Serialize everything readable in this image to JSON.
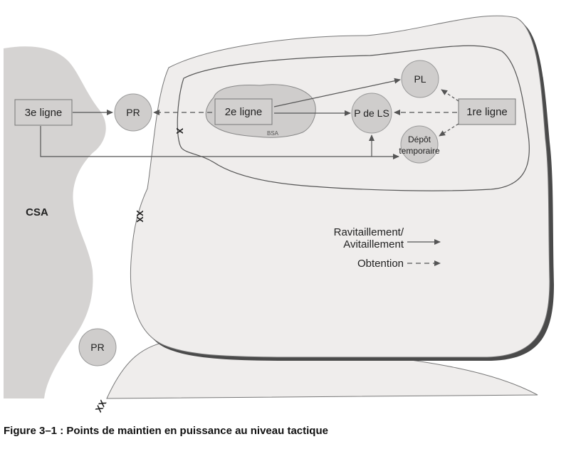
{
  "diagram": {
    "region_csa": "CSA",
    "area_bsa": "BSA",
    "box_third_line": "3e ligne",
    "box_second_line": "2e ligne",
    "box_first_line": "1re ligne",
    "node_pr_top": "PR",
    "node_pr_bottom": "PR",
    "node_pl": "PL",
    "node_p_de_ls": "P de LS",
    "node_depot_line1": "Dépôt",
    "node_depot_line2": "temporaire",
    "boundary_mark_single": "X",
    "boundary_mark_double": "XX"
  },
  "legend": {
    "supply_line1": "Ravitaillement/",
    "supply_line2": "Avitaillement",
    "obtain": "Obtention"
  },
  "caption": "Figure 3–1 : Points de maintien en puissance au niveau tactique",
  "colors": {
    "region_fill": "#efedec",
    "csa_fill": "#d5d3d2",
    "box_fill": "#d2d0cf",
    "node_fill": "#cfcdcc",
    "stroke": "#555555",
    "shadow": "#4a4a4a"
  }
}
